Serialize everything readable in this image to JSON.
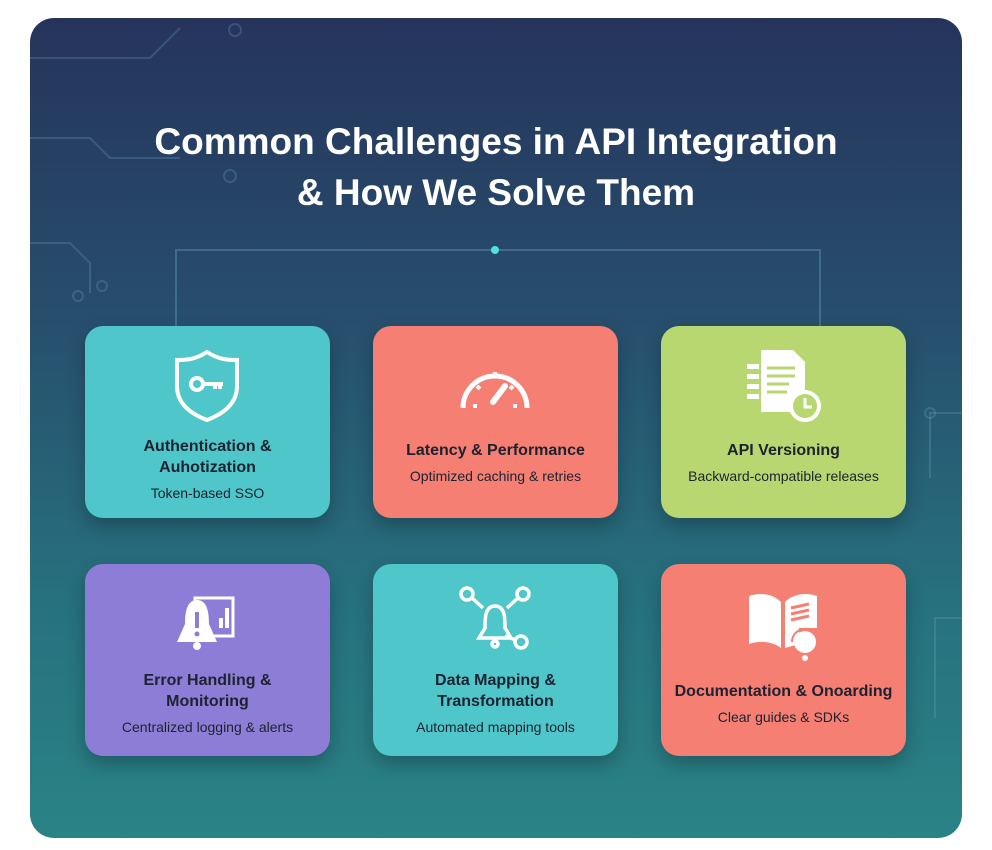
{
  "title": {
    "line1": "Common Challenges in API Integration",
    "line2": "& How We Solve Them"
  },
  "cards": [
    {
      "heading": "Authentication & Auhotization",
      "subtitle": "Token-based SSO",
      "icon": "shield-key-icon",
      "color": "#4fc6c9"
    },
    {
      "heading": "Latency & Performance",
      "subtitle": "Optimized caching & retries",
      "icon": "speedometer-icon",
      "color": "#f47f72"
    },
    {
      "heading": "API Versioning",
      "subtitle": "Backward-compatible releases",
      "icon": "document-clock-icon",
      "color": "#b8d770"
    },
    {
      "heading": "Error Handling & Monitoring",
      "subtitle": "Centralized logging & alerts",
      "icon": "alert-bell-icon",
      "color": "#8d7dd6"
    },
    {
      "heading": "Data Mapping & Transformation",
      "subtitle": "Automated mapping tools",
      "icon": "bell-network-icon",
      "color": "#4fc6c9"
    },
    {
      "heading": "Documentation & Onoarding",
      "subtitle": "Clear guides & SDKs",
      "icon": "book-headset-icon",
      "color": "#f47f72"
    }
  ]
}
